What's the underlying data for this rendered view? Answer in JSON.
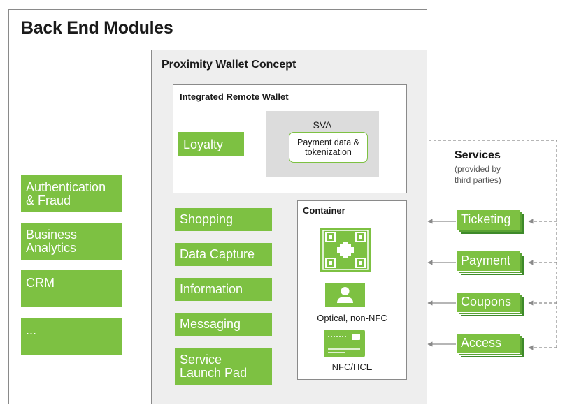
{
  "title": "Back End Modules",
  "proximity_wallet": {
    "title": "Proximity Wallet Concept",
    "integrated_remote_wallet": {
      "title": "Integrated Remote Wallet",
      "loyalty": "Loyalty",
      "sva": {
        "title": "SVA",
        "payment_line1": "Payment data &",
        "payment_line2": "tokenization"
      }
    },
    "modules": [
      "Shopping",
      "Data Capture",
      "Information",
      "Messaging",
      "Service",
      "Launch Pad"
    ],
    "container": {
      "title": "Container",
      "optical_label": "Optical, non-NFC",
      "nfc_label": "NFC/HCE"
    }
  },
  "backend": {
    "items": [
      {
        "line1": "Authentication",
        "line2": "& Fraud"
      },
      {
        "line1": "Business",
        "line2": "Analytics"
      },
      {
        "line1": "CRM",
        "line2": ""
      },
      {
        "line1": "...",
        "line2": ""
      }
    ]
  },
  "services": {
    "title": "Services",
    "subtitle_line1": "(provided by",
    "subtitle_line2": "third parties)",
    "items": [
      "Ticketing",
      "Payment",
      "Coupons",
      "Access"
    ]
  },
  "colors": {
    "green": "#7dc142",
    "green_dark": "#3e8a2a",
    "border": "#8a8a8a",
    "panel_gray": "#eeeeee",
    "sva_gray": "#dcdcdc"
  }
}
